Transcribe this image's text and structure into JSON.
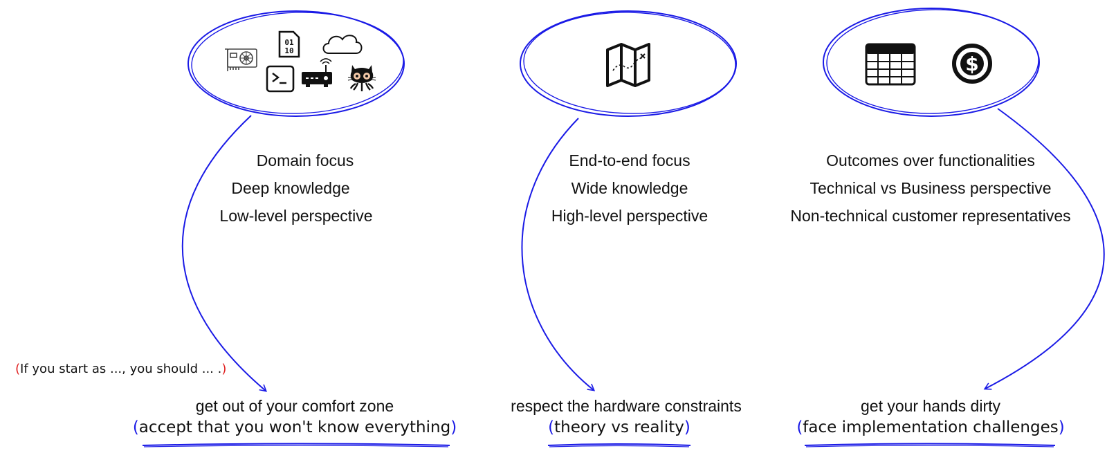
{
  "note": {
    "open": "(",
    "text": "If you start as ..., you should ... .",
    "close": ")"
  },
  "columns": [
    {
      "icons": [
        "gpu-card-icon",
        "binary-file-icon",
        "cloud-icon",
        "terminal-icon",
        "router-icon",
        "github-octocat-icon"
      ],
      "lines": [
        "Domain focus",
        "Deep knowledge",
        "Low-level perspective"
      ],
      "outcome": "get out of your comfort zone",
      "sub": "accept that you won't know everything"
    },
    {
      "icons": [
        "map-icon"
      ],
      "lines": [
        "End-to-end focus",
        "Wide knowledge",
        "High-level perspective"
      ],
      "outcome": "respect the hardware constraints",
      "sub": "theory vs reality"
    },
    {
      "icons": [
        "table-icon",
        "dollar-coin-icon"
      ],
      "lines": [
        "Outcomes over functionalities",
        "Technical vs Business perspective",
        "Non-technical customer representatives"
      ],
      "outcome": "get your hands dirty",
      "sub": "face implementation challenges"
    }
  ],
  "colors": {
    "stroke": "#1a1ae6",
    "note_paren": "#e01f1f",
    "text": "#111111"
  }
}
